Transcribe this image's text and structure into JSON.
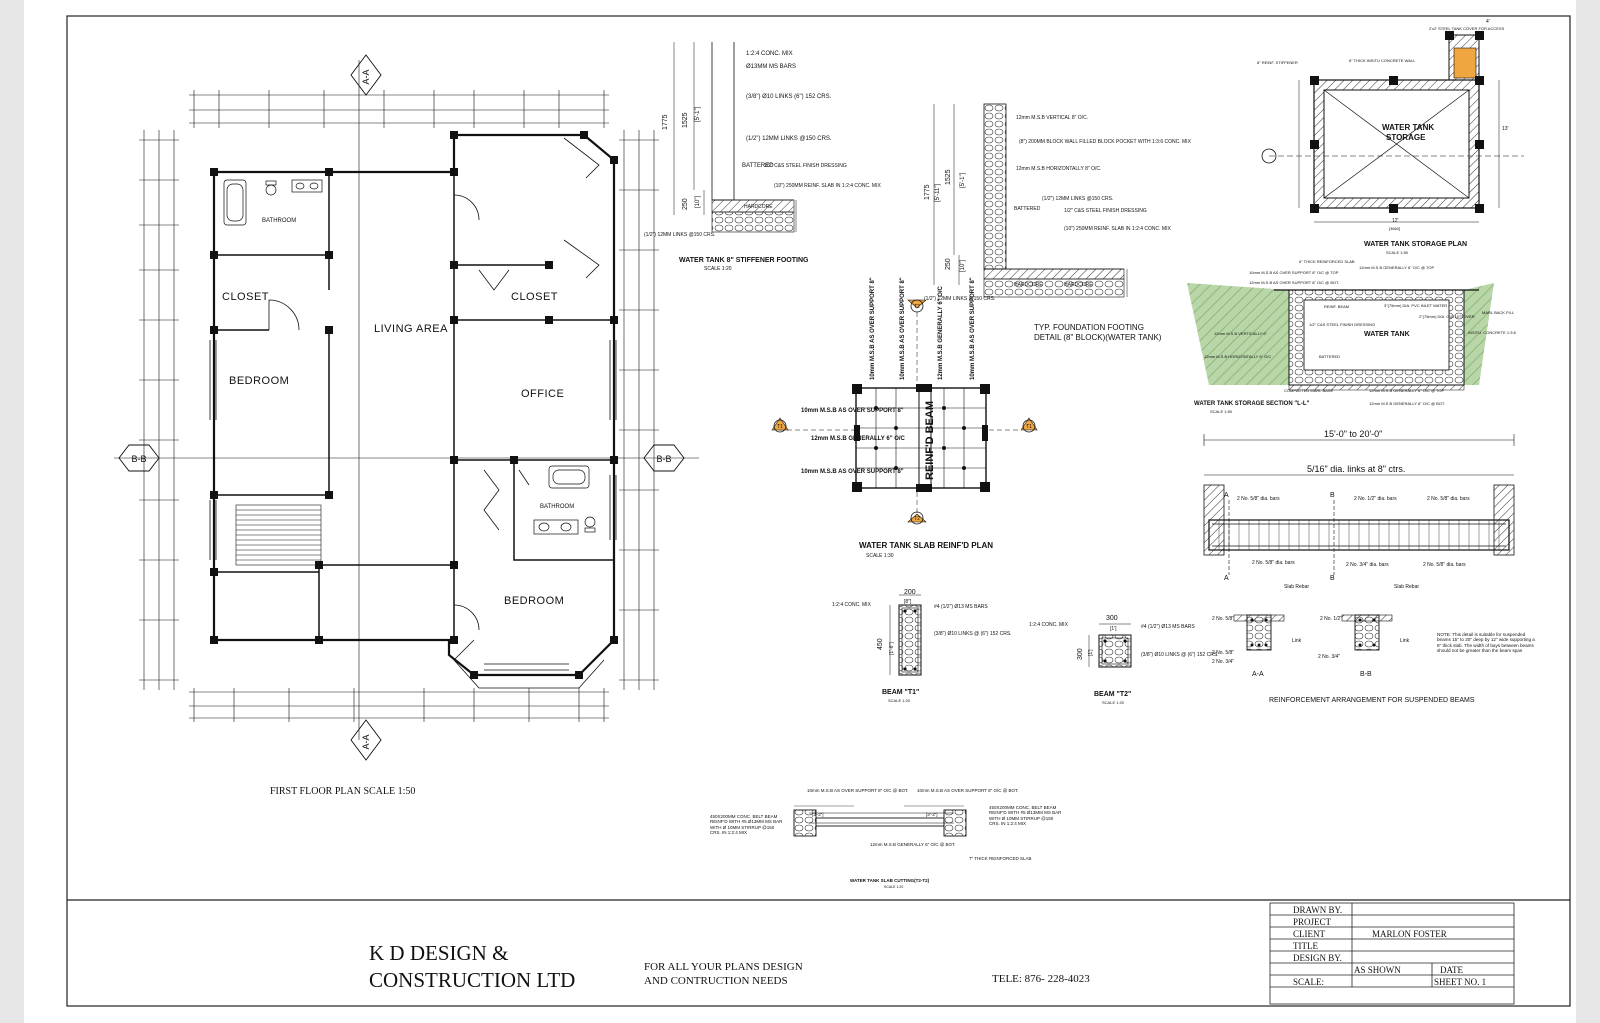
{
  "plan": {
    "title": "FIRST FLOOR PLAN SCALE 1:50",
    "rooms": {
      "living": "LIVING AREA",
      "bedroom_left": "BEDROOM",
      "closet_left": "CLOSET",
      "bathroom_top": "BATHROOM",
      "closet_right": "CLOSET",
      "office": "OFFICE",
      "bathroom_right": "BATHROOM",
      "bedroom_right": "BEDROOM"
    },
    "section_marks": {
      "aa": "A-A",
      "bb": "B-B"
    }
  },
  "details": {
    "stiffener": {
      "title": "WATER TANK 8\" STIFFENER FOOTING",
      "scale": "SCALE 1:20",
      "dims": [
        "1775",
        "1525",
        "[5'-1\"]",
        "250",
        "[10\"]"
      ],
      "notes": [
        "1:2:4 CONC. MIX",
        "Ø13MM MS BARS",
        "(3/8\") Ø10 LINKS (6\") 152 CRS.",
        "(1/2\") 12MM LINKS @150 CRS.",
        "BATTERED",
        "1/2\" C&S STEEL FINISH DRESSING",
        "(10\") 250MM REINF. SLAB IN 1:2:4 CONC. MIX",
        "HARDCORE",
        "(1/2\") 12MM LINKS @150 CRS."
      ]
    },
    "foundation": {
      "title": "TYP. FOUNDATION FOOTING",
      "subtitle": "DETAIL (8\" BLOCK)(WATER TANK)",
      "dims": [
        "1775",
        "[5'-11\"]",
        "1525",
        "[5'-1\"]",
        "250",
        "[10\"]"
      ],
      "notes": [
        "12mm M.S.B VERTICAL 8\" O/C.",
        "(8\") 200MM BLOCK WALL FILLED BLOCK POCKET WITH 1:3:6 CONC. MIX",
        "12mm M.S.B HORIZONTALLY 8\" O/C.",
        "(1/2\") 12MM LINKS @150 CRS.",
        "BATTERED",
        "1/2\" C&S STEEL FINISH DRESSING",
        "(10\") 250MM REINF. SLAB IN 1:2:4 CONC. MIX",
        "HARDCORE",
        "HARDCORE",
        "(1/2\") 12MM LINKS @150 CRS."
      ]
    },
    "storage_plan": {
      "title": "WATER TANK STORAGE PLAN",
      "scale": "SCALE 1:50",
      "label_line1": "WATER TANK",
      "label_line2": "STORAGE",
      "notes": [
        "8\" REINF. STIFFENER",
        "8\" THICK INSITU CONCRETE WALL",
        "2'x2' STEEL TANK COVER FOR ACCESS",
        "12'",
        "[3660]",
        "13'",
        "4'"
      ]
    },
    "storage_section": {
      "title": "WATER TANK STORAGE SECTION \"L-L\"",
      "scale": "SCALE 1:50",
      "label": "WATER TANK",
      "notes": [
        "6\" THICK REINFORCED SLAB",
        "12mm M.S.B GENERALLY 6\" O/C @ TOP",
        "10mm M.S.B AS OVER SUPPORT 8\" O/C @ TOP",
        "12mm M.S.B AS OVER SUPPORT 8\" O/C @ BOT.",
        "REINF. BEAM",
        "3\"(75mm) DIA. PVC INLET WATER",
        "MARL BACK FILL",
        "2\"(75mm) DIA. OUTLET/OVER",
        "INSITU. CONCRETE 1:3:6",
        "1/2\" C&S STEEL FINISH DRESSING",
        "12mm M.S.B VERTICALLY 6\"",
        "12mm M.S.B HORIZONTALLY 8\" O/C",
        "BATTERED",
        "COMPACTED MARL BASE",
        "12mm M.S.B GENERALLY 6\" O/C @ TOP",
        "12mm M.S.B GENERALLY 6\" O/C @ BOT."
      ]
    },
    "slab_plan": {
      "title": "WATER TANK SLAB REINF'D PLAN",
      "scale": "SCALE 1:30",
      "beam_label": "REINF'D BEAM",
      "marks": [
        "T2",
        "T1",
        "T1",
        "T2"
      ],
      "left_notes": [
        "10mm M.S.B AS OVER SUPPORT 8\"",
        "12mm M.S.B GENERALLY 6\" O/C",
        "10mm M.S.B AS OVER SUPPORT 8\""
      ],
      "top_notes": [
        "10mm M.S.B AS OVER SUPPORT 8\"",
        "10mm M.S.B AS OVER SUPPORT 8\"",
        "12mm M.S.B GENERALLY 6\" O/C",
        "10mm M.S.B AS OVER SUPPORT 8\""
      ]
    },
    "beam_t1": {
      "title": "BEAM \"T1\"",
      "scale": "SCALE 1:20",
      "width": "200",
      "width_in": "[8\"]",
      "height": "450",
      "height_in": "[1'-6\"]",
      "notes": [
        "1:2:4 CONC. MIX",
        "#4 (1/2\") Ø13 MS BARS",
        "(3/8\") Ø10 LINKS @ (6\") 152 CRS."
      ]
    },
    "beam_t2": {
      "title": "BEAM \"T2\"",
      "scale": "SCALE 1:20",
      "width": "300",
      "width_in": "[1']",
      "height": "300",
      "height_in": "[1']",
      "notes": [
        "1:2:4 CONC. MIX",
        "#4 (1/2\") Ø13 MS BARS",
        "(3/8\") Ø10 LINKS @ (6\") 152 CRS."
      ]
    },
    "suspended_beam": {
      "span": "15'-0\" to 20'-0\"",
      "links": "5/16\" dia. links at 8\" ctrs.",
      "bars_top": [
        "2 No. 5/8\" dia. bars",
        "2 No. 1/2\" dia. bars",
        "2 No. 5/8\" dia. bars"
      ],
      "bars_bottom": [
        "2 No. 5/8\" dia. bars",
        "2 No. 3/4\" dia. bars",
        "2 No. 5/8\" dia. bars"
      ],
      "section_a": "A-A",
      "section_b": "B-B",
      "slab_rebar": "Slab Rebar",
      "link": "Link",
      "sec_a_bars": [
        "2 No. 5/8\"",
        "2 No. 5/8\"",
        "2 No. 3/4\""
      ],
      "sec_b_bars": [
        "2 No. 1/2\"",
        "2 No. 3/4\""
      ],
      "cut_a": "A",
      "cut_b": "B",
      "note": "NOTE: This detail is suitable for suspended beams 15\" to 20\" deep by 12\" wide supporting a 6\" thick slab. The width of bays between beams should not be greater than the beam span",
      "title": "REINFORCEMENT ARRANGEMENT FOR SUSPENDED BEAMS"
    },
    "slab_cutting": {
      "title": "WATER TANK SLAB CUTTING(T2-T2)",
      "scale": "SCALE 1:20",
      "notes": [
        "10mm M.S.B AS OVER SUPPORT 8\" O/C @ BOT.",
        "10mm M.S.B AS OVER SUPPORT 8\" O/C @ BOT.",
        "450X200MM CONC. BELT BEAM REINF'D WITH #5 Ø13MM MS BAR WITH Ø 10MM STIRRUP @150 CRS. IN 1:2:4 MIX",
        "450X200MM CONC. BELT BEAM REINF'D WITH #5 Ø13MM MS BAR WITH Ø 10MM STIRRUP @150 CRS. IN 1:2:4 MIX",
        "12mm M.S.B GENERALLY 6\" O/C @ BOT.",
        "7\" THICK REINFORCED SLAB",
        "[3'-3\"]",
        "[3'-3\"]"
      ]
    }
  },
  "titleblock": {
    "company_line1": "K D DESIGN &",
    "company_line2": "CONSTRUCTION LTD",
    "tagline_line1": "FOR ALL YOUR PLANS DESIGN",
    "tagline_line2": "AND CONTRUCTION NEEDS",
    "tel": "TELE: 876- 228-4023",
    "drawn_by": "DRAWN BY.",
    "project": "PROJECT",
    "client": "CLIENT",
    "client_name": "MARLON FOSTER",
    "title": "TITLE",
    "design_by": "DESIGN BY.",
    "scale_value": "AS SHOWN",
    "date": "DATE",
    "scale": "SCALE:",
    "sheet": "SHEET NO. 1"
  }
}
